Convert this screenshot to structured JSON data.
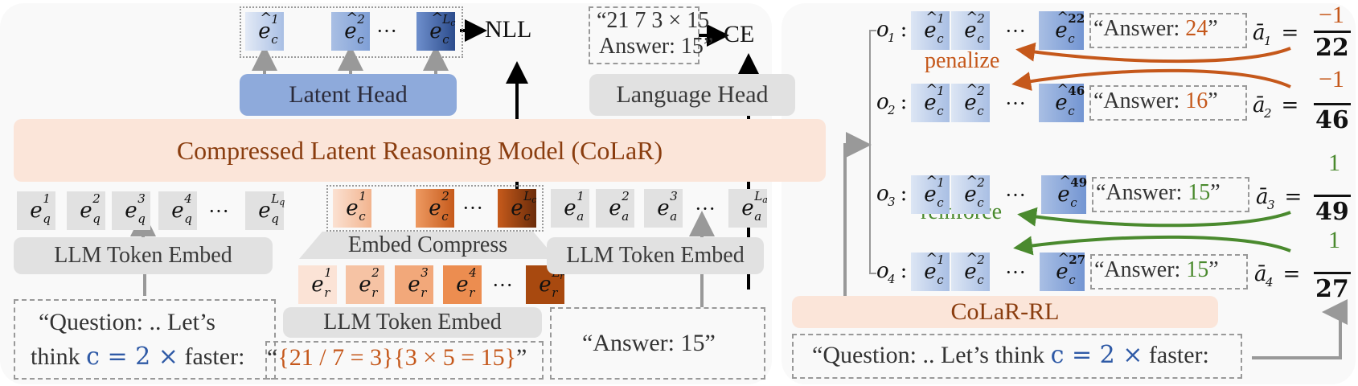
{
  "left_panel": {
    "latent_head": "Latent Head",
    "language_head": "Language Head",
    "nll": "NLL",
    "ce": "CE",
    "model": "Compressed Latent Reasoning Model (CoLaR)",
    "embed_compress": "Embed Compress",
    "llm_token_embed_q": "LLM Token Embed",
    "llm_token_embed_r": "LLM Token Embed",
    "llm_token_embed_a": "LLM Token Embed",
    "target_text_line1": "“21 7 3 × 15",
    "target_text_line2": "Answer: 15”",
    "question_line1": "“Question: .. Let’s",
    "question_line2_prefix": "think ",
    "question_line2_math": "c = 2 ×",
    "question_line2_suffix": " faster:",
    "reasoning_text_open": "“",
    "reasoning_text": "{21 / 7 = 3}{3 × 5 = 15}",
    "reasoning_text_close": "”",
    "answer_text": "“Answer: 15”",
    "latent_tokens": [
      {
        "base": "ê",
        "sub": "c",
        "sup": "1"
      },
      {
        "base": "ê",
        "sub": "c",
        "sup": "2"
      },
      {
        "base": "ê",
        "sub": "c",
        "sup": "Lc"
      }
    ],
    "question_tokens": [
      {
        "sub": "q",
        "sup": "1"
      },
      {
        "sub": "q",
        "sup": "2"
      },
      {
        "sub": "q",
        "sup": "3"
      },
      {
        "sub": "q",
        "sup": "4"
      },
      {
        "sub": "q",
        "sup": "Lq"
      }
    ],
    "compressed_tokens": [
      {
        "sub": "c",
        "sup": "1"
      },
      {
        "sub": "c",
        "sup": "2"
      },
      {
        "sub": "c",
        "sup": "Lc"
      }
    ],
    "reasoning_tokens": [
      {
        "sub": "r",
        "sup": "1"
      },
      {
        "sub": "r",
        "sup": "2"
      },
      {
        "sub": "r",
        "sup": "3"
      },
      {
        "sub": "r",
        "sup": "4"
      },
      {
        "sub": "r",
        "sup": "Lr"
      }
    ],
    "answer_tokens": [
      {
        "sub": "a",
        "sup": "1"
      },
      {
        "sub": "a",
        "sup": "2"
      },
      {
        "sub": "a",
        "sup": "3"
      },
      {
        "sub": "a",
        "sup": "La"
      }
    ],
    "ellipsis": "···"
  },
  "right_panel": {
    "rl_label": "CoLaR-RL",
    "penalize": "penalize",
    "reinforce": "reinforce",
    "question_prefix": "“Question: .. Let’s think ",
    "question_math": "c = 2 ×",
    "question_suffix": " faster:",
    "outputs": [
      {
        "label": "o",
        "index": "1",
        "last_sup": "22",
        "answer_prefix": "“Answer: ",
        "answer_value": "24",
        "answer_suffix": "”",
        "adv_index": "1",
        "numerator": "−1",
        "denominator": "22",
        "status": "penalize"
      },
      {
        "label": "o",
        "index": "2",
        "last_sup": "46",
        "answer_prefix": "“Answer: ",
        "answer_value": "16",
        "answer_suffix": "”",
        "adv_index": "2",
        "numerator": "−1",
        "denominator": "46",
        "status": "penalize"
      },
      {
        "label": "o",
        "index": "3",
        "last_sup": "49",
        "answer_prefix": "“Answer: ",
        "answer_value": "15",
        "answer_suffix": "”",
        "adv_index": "3",
        "numerator": "1",
        "denominator": "49",
        "status": "reinforce"
      },
      {
        "label": "o",
        "index": "4",
        "last_sup": "27",
        "answer_prefix": "“Answer: ",
        "answer_value": "15",
        "answer_suffix": "”",
        "adv_index": "4",
        "numerator": "1",
        "denominator": "27",
        "status": "reinforce"
      }
    ]
  },
  "colors": {
    "latent_head": "#8eaadb",
    "model_fill": "#fbe5d9",
    "model_text": "#8a3d0f",
    "penalize": "#c5581b",
    "reinforce": "#4a8a2e",
    "math_blue": "#2f5aa6",
    "gray_box": "#e1e1e1"
  }
}
